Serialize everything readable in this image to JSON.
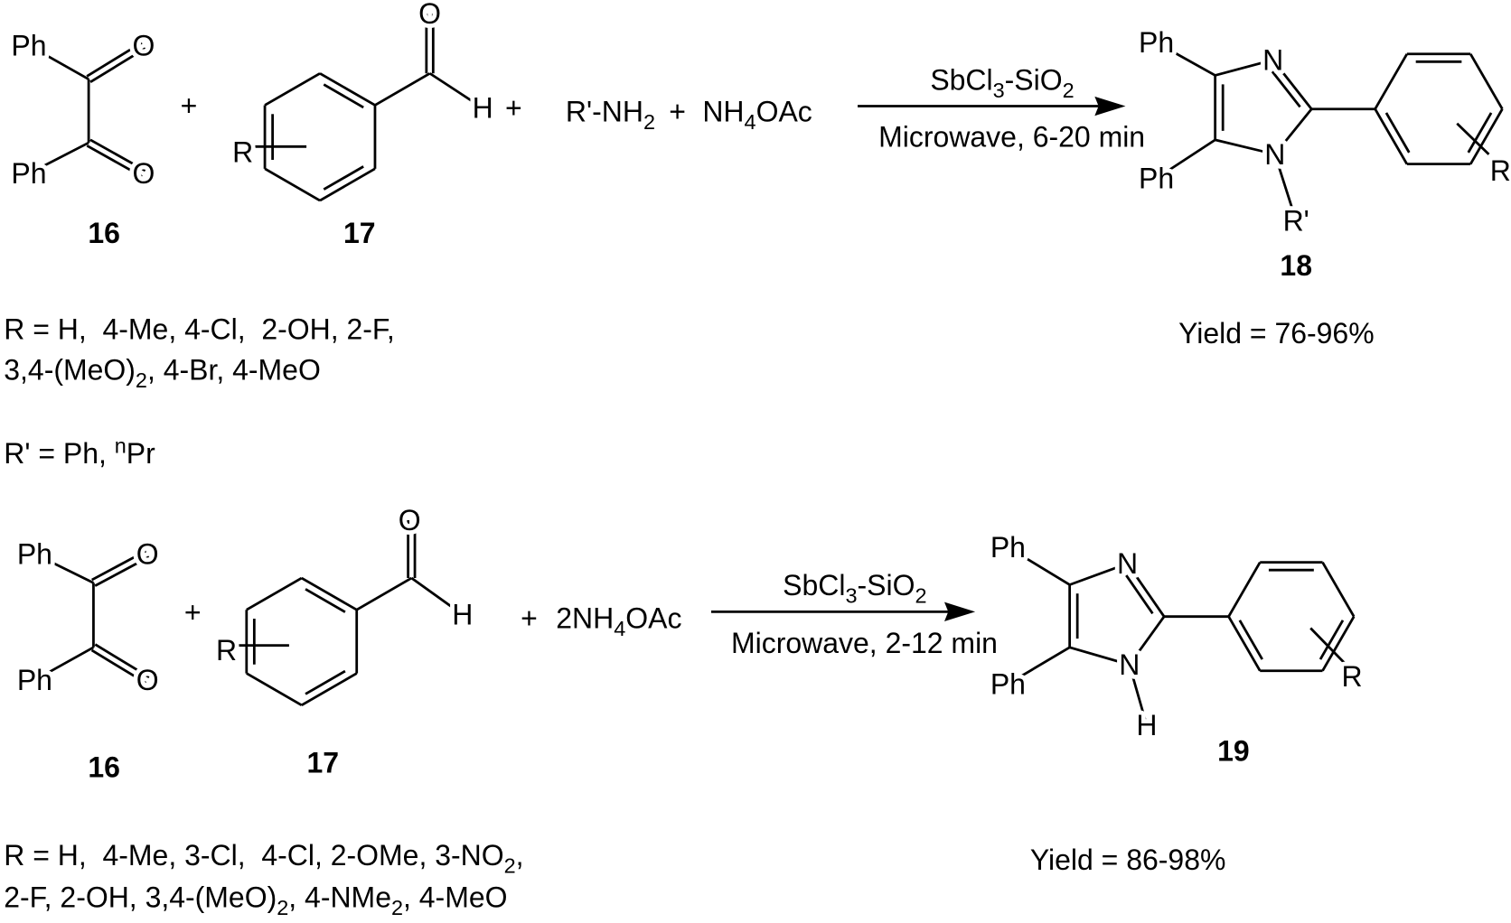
{
  "scheme1": {
    "benzil": {
      "label": "16",
      "ph_top": "Ph",
      "ph_bottom": "Ph",
      "o_top": "O",
      "o_bottom": "O"
    },
    "plus_a": "+",
    "aldehyde": {
      "label": "17",
      "r": "R",
      "o": "O",
      "h": "H"
    },
    "plus_b": "+",
    "amine": [
      "R'-NH",
      "2"
    ],
    "plus_c": "+",
    "ammonium": [
      "NH",
      "4",
      "OAc"
    ],
    "catalyst": [
      "SbCl",
      "3",
      "-SiO",
      "2"
    ],
    "conditions": "Microwave, 6-20 min",
    "product": {
      "label": "18",
      "ph_top": "Ph",
      "ph_bottom": "Ph",
      "n3": "N",
      "n1": "N",
      "r_prime": "R'",
      "r": "R"
    },
    "yield": "Yield = 76-96%",
    "r_list_line1": "R = H,  4-Me, 4-Cl,  2-OH, 2-F,",
    "r_list_line2": [
      "3,4-(MeO)",
      "2",
      ", 4-Br, 4-MeO"
    ],
    "r_prime_list": [
      "R' = Ph, ",
      "n",
      "Pr"
    ]
  },
  "scheme2": {
    "benzil": {
      "label": "16",
      "ph_top": "Ph",
      "ph_bottom": "Ph",
      "o_top": "O",
      "o_bottom": "O"
    },
    "plus_a": "+",
    "aldehyde": {
      "label": "17",
      "r": "R",
      "o": "O",
      "h": "H"
    },
    "plus_b": "+",
    "ammonium": [
      "2NH",
      "4",
      "OAc"
    ],
    "catalyst": [
      "SbCl",
      "3",
      "-SiO",
      "2"
    ],
    "conditions": "Microwave, 2-12 min",
    "product": {
      "label": "19",
      "ph_top": "Ph",
      "ph_bottom": "Ph",
      "n3": "N",
      "n1": "N",
      "h": "H",
      "r": "R"
    },
    "yield": "Yield = 86-98%",
    "r_list_line1": [
      "R = H,  4-Me, 3-Cl,  4-Cl, 2-OMe, 3-NO",
      "2",
      ","
    ],
    "r_list_line2": [
      "2-F, 2-OH, 3,4-(MeO)",
      "2",
      ", 4-NMe",
      "2",
      ", 4-MeO"
    ]
  }
}
